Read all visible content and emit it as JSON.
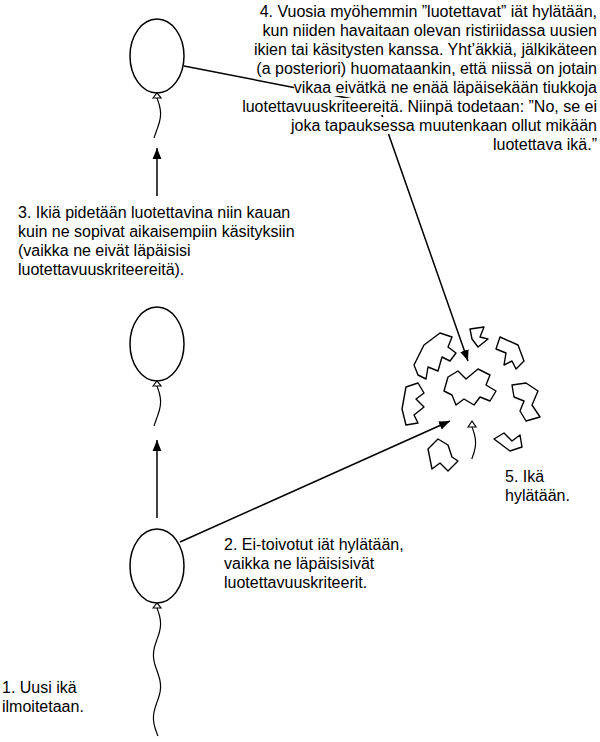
{
  "diagram": {
    "nodes": [
      {
        "text": [
          "1. Uusi ikä ilmoitetaan."
        ]
      },
      {
        "text": [
          "3. Ikiä pidetään luotettavina niin kauan kuin ne sopivat aikaisempiin käsityksiin (vaikka ne eivät läpäisisi luotettavuuskriteereitä)."
        ]
      },
      {
        "text": [
          "4. Vuosia myöhemmin ”luotettavat” iät hylätään, kun niiden havaitaan olevan ristiriidassa uusien ikien tai käsitysten kanssa. Yht’äkkiä, jälkikäteen (a posteriori) huomataankin, että niissä on jotain vikaa eivätkä ne enää läpäisekään tiukkoja luotettavuuskriteereitä. Niinpä todetaan: ”No, se ei joka tapauksessa muutenkaan ollut mikään luotettava ikä.”"
        ]
      },
      {
        "text": [
          "5. Ikä hylätään."
        ]
      }
    ],
    "edges": [
      {
        "from": 0,
        "to": 1,
        "arrow": "to"
      },
      {
        "from": 0,
        "to": 3,
        "arrow": "to",
        "label": "2. Ei-toivotut iät hylätään, vaikka ne läpäisisivät luotettavuuskriteerit."
      },
      {
        "from": 1,
        "to": 2,
        "arrow": "to"
      },
      {
        "from": 2,
        "to": 3,
        "arrow": "to"
      }
    ]
  }
}
